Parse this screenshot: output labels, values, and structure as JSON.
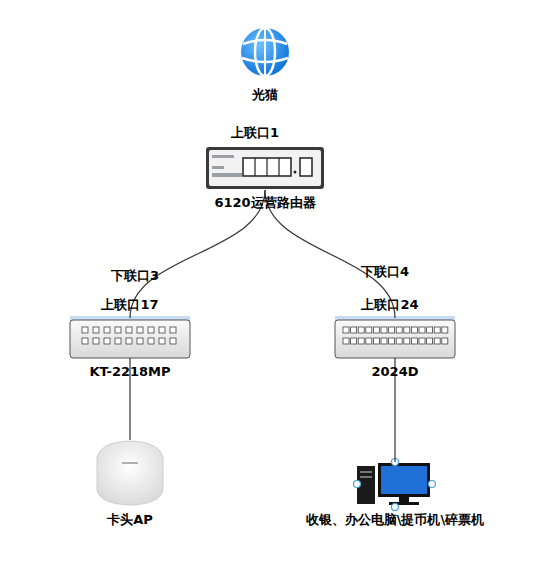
{
  "diagram": {
    "nodes": [
      {
        "text": [
          "光猫"
        ]
      },
      {
        "text": [
          "6120运营路由器"
        ]
      },
      {
        "text": [
          "KT-2218MP"
        ]
      },
      {
        "text": [
          "2024D"
        ]
      },
      {
        "text": [
          "卡头AP"
        ]
      },
      {
        "text": [
          "收银、办公电脑\\提币机\\碎票机"
        ]
      }
    ],
    "edges": [
      {
        "from": 1,
        "to": 2,
        "arrow": "none"
      },
      {
        "from": 1,
        "to": 3,
        "arrow": "none"
      },
      {
        "from": 2,
        "to": 4,
        "arrow": "none"
      },
      {
        "from": 3,
        "to": 5,
        "arrow": "none"
      }
    ],
    "labels": [
      "上联口1",
      "下联口3",
      "上联口17",
      "下联口4",
      "上联口24"
    ]
  }
}
